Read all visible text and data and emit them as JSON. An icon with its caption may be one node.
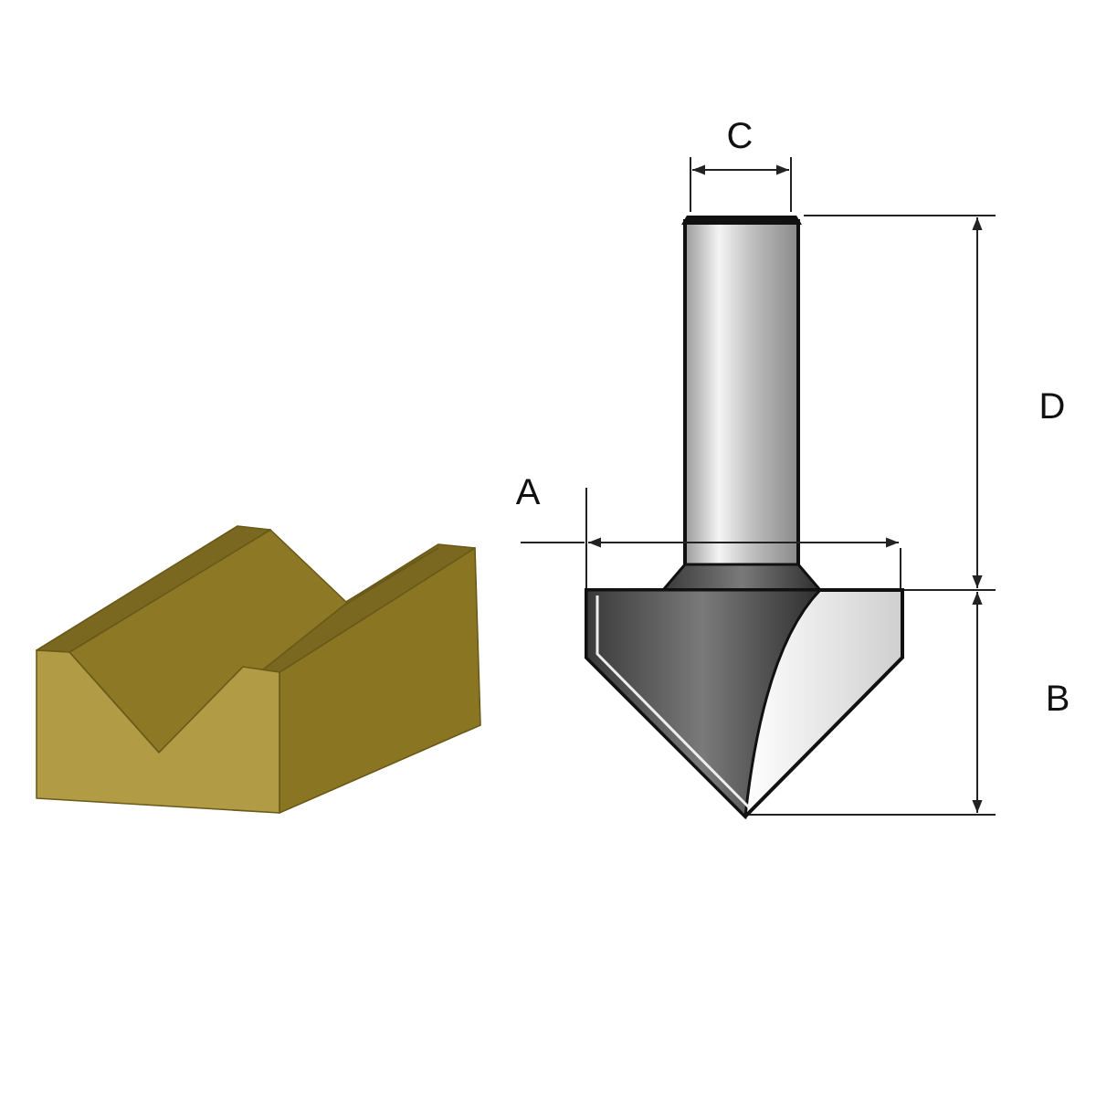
{
  "diagram": {
    "labels": [
      "C",
      "D",
      "A",
      "B"
    ]
  }
}
